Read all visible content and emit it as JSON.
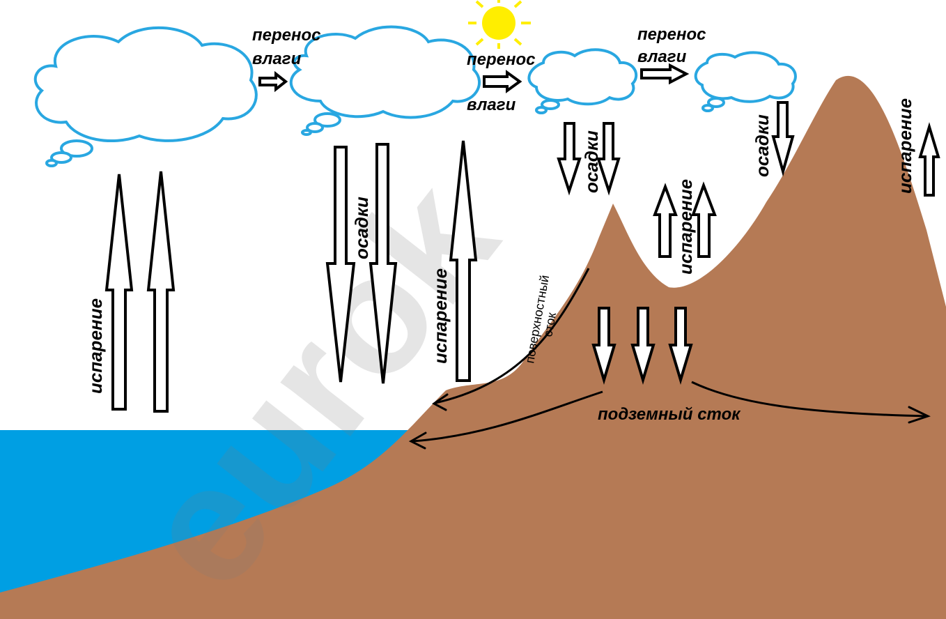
{
  "labels": {
    "transfer_top_1": "перенос",
    "transfer_bottom_1": "влаги",
    "transfer_top_2": "перенос",
    "transfer_bottom_2": "влаги",
    "transfer_top_3": "перенос",
    "transfer_bottom_3": "влаги",
    "evaporation_1": "испарение",
    "evaporation_2": "испарение",
    "evaporation_3": "испарение",
    "evaporation_4": "испарение",
    "precipitation_1": "осадки",
    "precipitation_2": "осадки",
    "precipitation_3": "осадки",
    "surface_runoff_line1": "поверхностный",
    "surface_runoff_line2": "сток",
    "underground_runoff": "подземный сток"
  },
  "watermark": "eurok",
  "colors": {
    "sky": "#ffffff",
    "cloud_outline": "#29a7e1",
    "water": "#009fe3",
    "land": "#b57a55",
    "sun": "#ffee00",
    "arrow_stroke": "#000000"
  },
  "icons": {
    "sun": "sun-icon",
    "cloud": "cloud-icon"
  }
}
